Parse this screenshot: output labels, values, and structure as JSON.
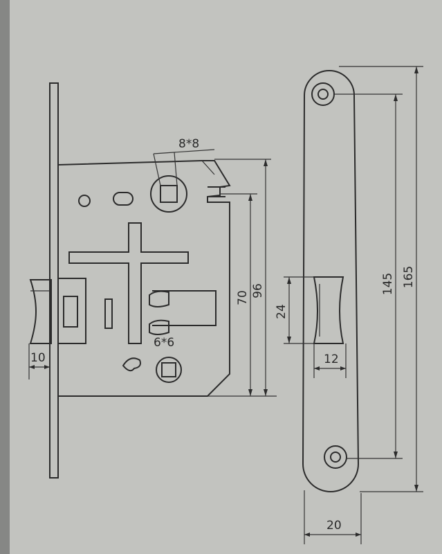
{
  "drawing": {
    "spindle_square": "8*8",
    "thumbturn_square": "6*6",
    "backset_offset": "70",
    "body_height": "96",
    "strike_slot_height": "24",
    "strike_slot_width": "12",
    "latch_projection": "10",
    "hole_centers": "145",
    "plate_length": "165",
    "plate_width": "20"
  },
  "colors": {
    "paper": "#bfc0bc",
    "ink": "#2b2b2b"
  }
}
